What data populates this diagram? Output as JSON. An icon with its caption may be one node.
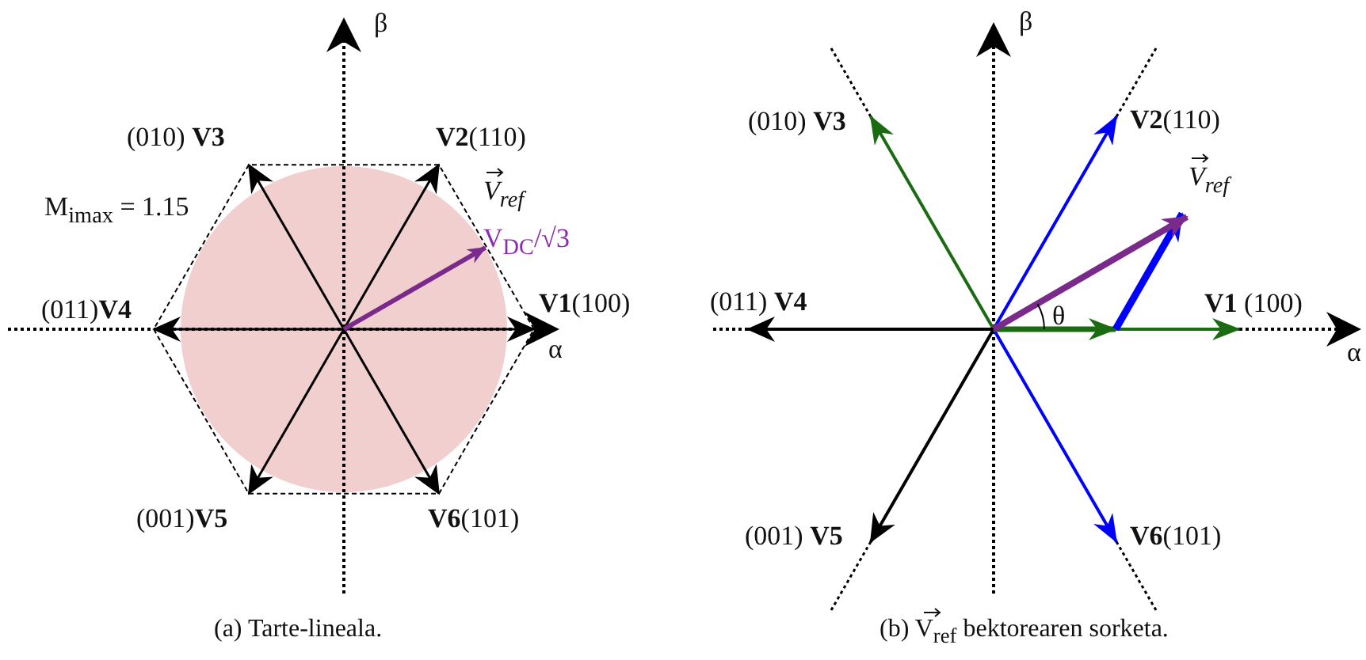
{
  "diagram": {
    "labels": [
      "β",
      "(010) **V3**",
      "**V2**(110)",
      "M$_{imax}$ = 1.15",
      "V$_{ref}$",
      "V$_{DC}$/√3",
      "(011)**V4**",
      "**V1**(100)",
      "α",
      "(001)**V5**",
      "**V6**(101)",
      "(a)  Tarte-lineala.",
      "β",
      "(010) **V3**",
      "**V2**(110)",
      "V$_{ref}$",
      "(011) **V4**",
      "θ",
      "**V1** (100)",
      "α",
      "(001) **V5**",
      "**V6**(101)",
      "(b)  V$_{ref}$ bektorearen sorketa."
    ]
  }
}
